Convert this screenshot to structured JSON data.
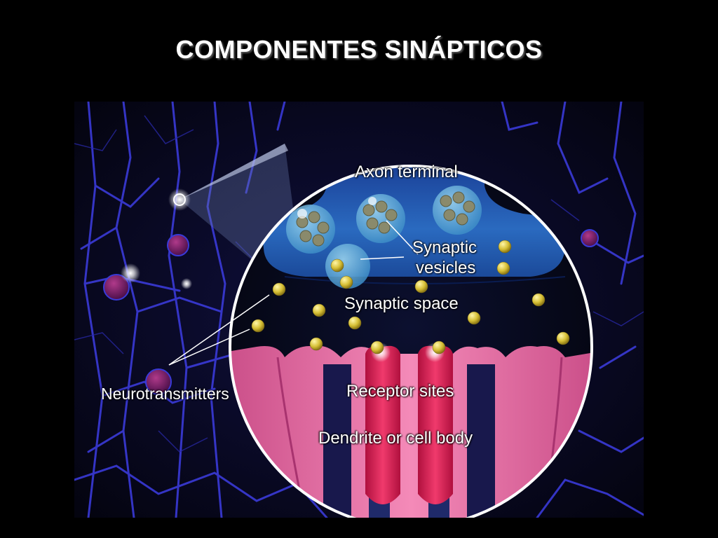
{
  "slide": {
    "title": "COMPONENTES SINÁPTICOS"
  },
  "diagram": {
    "labels": {
      "axon_terminal": "Axon terminal",
      "synaptic_vesicles_line1": "Synaptic",
      "synaptic_vesicles_line2": "vesicles",
      "synaptic_space": "Synaptic space",
      "receptor_sites": "Receptor sites",
      "dendrite": "Dendrite or cell body",
      "neurotransmitters": "Neurotransmitters"
    },
    "colors": {
      "background": "#000000",
      "neuron_network": "#3b3bd6",
      "axon_terminal": "#2a6fc4",
      "receptor_pink": "#e85a9a",
      "receptor_red": "#e0245a",
      "neurotransmitter": "#d8c23a"
    }
  }
}
